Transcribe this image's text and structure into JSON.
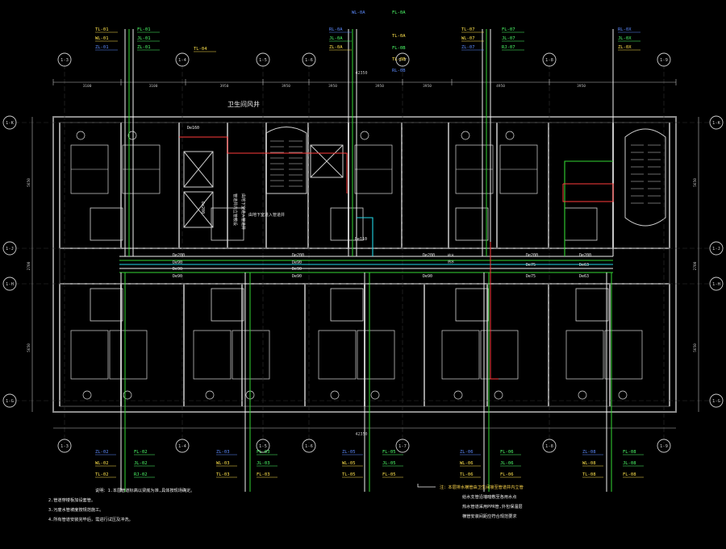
{
  "colors": {
    "background": "#000000",
    "wall": "#9a9a9a",
    "wall_dark": "#4a4a4a",
    "furniture": "#d8d8d8",
    "grid": "#cfcfcf",
    "dim": "#bdbdbd",
    "pipe_white": "#f2f2f2",
    "pipe_green": "#33d633",
    "pipe_cyan": "#22d6e6",
    "pipe_red": "#ff3b3b",
    "label_yellow": "#ffe34d",
    "label_green": "#4dff6a",
    "label_blue": "#5d8bff",
    "label_white": "#e8e8e8",
    "note": "#f0f0f0",
    "note_highlight": "#ffd84d"
  },
  "grid_top": {
    "labels": [
      "1-3",
      "1-4",
      "1-5",
      "1-6",
      "1-7",
      "1-8",
      "1-9"
    ]
  },
  "grid_bottom": {
    "labels": [
      "1-3",
      "1-4",
      "1-5",
      "1-6",
      "1-7",
      "1-8",
      "1-9"
    ]
  },
  "grid_side": {
    "labels": [
      "1-K",
      "1-J",
      "1-H",
      "1-G"
    ]
  },
  "dims": {
    "top_segments": [
      "3100",
      "3100",
      "3950",
      "3950",
      "3950",
      "3950",
      "3950",
      "4950",
      "3950"
    ],
    "top_total": "42350",
    "bottom_total": "42350",
    "side_segments": [
      "5650",
      "2700",
      "5650"
    ]
  },
  "room_labels": {
    "shaft": "卫生间风井",
    "vertical_note_1": "管道井内立管敷设",
    "vertical_note_2": "由地下室进入管道井"
  },
  "top_tags": [
    {
      "lines": [
        "TL-01",
        "WL-01",
        "ZL-01"
      ],
      "colors": [
        "yellow",
        "yellow",
        "blue"
      ]
    },
    {
      "lines": [
        "FL-01",
        "JL-01",
        "ZL-01"
      ],
      "colors": [
        "green",
        "green",
        "green"
      ]
    },
    {
      "lines": [
        "TL-04"
      ],
      "colors": [
        "yellow"
      ]
    },
    {
      "lines": [
        "RL-0A",
        "JL-0A",
        "ZL-0A"
      ],
      "colors": [
        "blue",
        "green",
        "yellow"
      ]
    },
    {
      "lines": [
        "TL-07",
        "WL-07",
        "ZL-07"
      ],
      "colors": [
        "yellow",
        "yellow",
        "blue"
      ]
    },
    {
      "lines": [
        "FL-07",
        "JL-07",
        "RJ-07"
      ],
      "colors": [
        "green",
        "green",
        "green"
      ]
    },
    {
      "lines": [
        "RL-0X",
        "JL-0X",
        "ZL-0X"
      ],
      "colors": [
        "blue",
        "green",
        "yellow"
      ]
    }
  ],
  "top_center_tags": {
    "line_1": "WL-0A",
    "line_2": "FL-0A",
    "line_3": "TL-0A",
    "line_4": "FL-0B",
    "line_5": "TL-0B",
    "line_6": "RL-0B"
  },
  "bottom_tags": [
    {
      "lines": [
        "ZL-02",
        "WL-02",
        "TL-02"
      ],
      "colors": [
        "blue",
        "yellow",
        "yellow"
      ]
    },
    {
      "lines": [
        "FL-02",
        "JL-02",
        "RJ-02"
      ],
      "colors": [
        "green",
        "green",
        "green"
      ]
    },
    {
      "lines": [
        "ZL-03",
        "WL-03",
        "TL-03"
      ],
      "colors": [
        "blue",
        "yellow",
        "yellow"
      ]
    },
    {
      "lines": [
        "FL-03",
        "JL-03",
        "FL-03"
      ],
      "colors": [
        "green",
        "green",
        "yellow"
      ]
    },
    {
      "lines": [
        "ZL-05",
        "WL-05",
        "TL-05"
      ],
      "colors": [
        "blue",
        "yellow",
        "yellow"
      ]
    },
    {
      "lines": [
        "FL-05",
        "JL-05",
        "FL-05"
      ],
      "colors": [
        "green",
        "green",
        "yellow"
      ]
    },
    {
      "lines": [
        "ZL-06",
        "WL-06",
        "TL-06"
      ],
      "colors": [
        "blue",
        "yellow",
        "yellow"
      ]
    },
    {
      "lines": [
        "FL-06",
        "JL-06",
        "FL-06"
      ],
      "colors": [
        "green",
        "green",
        "yellow"
      ]
    },
    {
      "lines": [
        "ZL-08",
        "WL-08",
        "TL-08"
      ],
      "colors": [
        "blue",
        "yellow",
        "yellow"
      ]
    },
    {
      "lines": [
        "FL-08",
        "JL-08",
        "FL-08"
      ],
      "colors": [
        "green",
        "green",
        "yellow"
      ]
    }
  ],
  "pipe_labels": {
    "dn200_left": "De200",
    "dn90_a": "De90",
    "dn90_b": "De90",
    "dn90_c": "De90",
    "dn90_d": "De90",
    "dn200_mid": "De200",
    "dn200_mid2": "De200",
    "dn200_right": "De200",
    "dn75": "De75",
    "dn63": "De63",
    "dn63_b": "De63",
    "dn90_e": "De90",
    "dn90_f": "De90",
    "dn75_b": "De75",
    "dn200_top": "De200",
    "dn110": "De110",
    "dn160": "De160",
    "dn200_v": "De200",
    "mid_note": "给水",
    "mid_note_2": "热水"
  },
  "notes_left": [
    "说明：1.本层管道标高以梁底为准,具体按现场确定。",
    "2.管道穿楼板加设套管。",
    "3.污废水管坡度按规范施工。",
    "4.所有管道安装完毕后，需进行试压及冲洗。"
  ],
  "notes_right": [
    "注：本层排水横管由卫生间接至管道井内立管",
    "给水支管沿墙暗敷至各用水点",
    "热水管道采用PPR管,外包保温层",
    "横管安装间距应符合规范要求"
  ]
}
